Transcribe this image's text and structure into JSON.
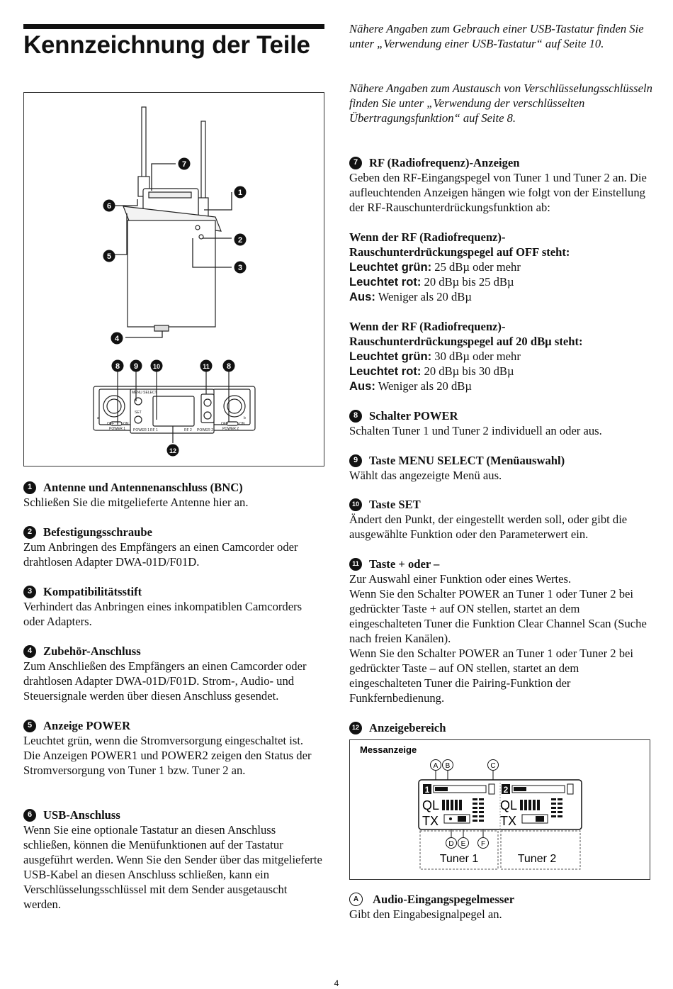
{
  "title": "Kennzeichnung der Teile",
  "page_number": "4",
  "figure": {
    "callouts": [
      "1",
      "2",
      "3",
      "4",
      "5",
      "6",
      "7",
      "8",
      "9",
      "10",
      "11",
      "12"
    ],
    "panel": {
      "menu_select": "MENU SELECT",
      "set": "SET",
      "off": "OFF",
      "on": "ON",
      "power1": "POWER 1",
      "power2": "POWER 2",
      "rf1": "RF 1",
      "rf2": "RF 2",
      "a": "a",
      "b": "b"
    }
  },
  "meter": {
    "title": "Messanzeige",
    "letters": [
      "A",
      "B",
      "C",
      "D",
      "E",
      "F"
    ],
    "qltx": [
      "QL",
      "TX"
    ],
    "tuner_numbers": [
      "1",
      "2"
    ],
    "tuner1": "Tuner 1",
    "tuner2": "Tuner 2"
  },
  "left": [
    {
      "num": "1",
      "heading": "Antenne und Antennenanschluss (BNC)",
      "text": "Schließen Sie die mitgelieferte Antenne hier an."
    },
    {
      "num": "2",
      "heading": "Befestigungsschraube",
      "text": "Zum Anbringen des Empfängers an einen Camcorder oder drahtlosen Adapter DWA-01D/F01D."
    },
    {
      "num": "3",
      "heading": "Kompatibilitätsstift",
      "text": "Verhindert das Anbringen eines inkompatiblen Camcorders oder Adapters."
    },
    {
      "num": "4",
      "heading": "Zubehör-Anschluss",
      "text": "Zum Anschließen des Empfängers an einen Camcorder oder drahtlosen Adapter DWA-01D/F01D. Strom-, Audio- und Steuersignale werden über diesen Anschluss gesendet."
    },
    {
      "num": "5",
      "heading": "Anzeige POWER",
      "text": "Leuchtet grün, wenn die Stromversorgung eingeschaltet ist.",
      "text2": "Die Anzeigen POWER1 und POWER2 zeigen den Status der Stromversorgung von Tuner 1 bzw. Tuner 2 an."
    },
    {
      "num": "6",
      "heading": "USB-Anschluss",
      "text": "Wenn Sie eine optionale Tastatur an diesen Anschluss schließen, können die Menüfunktionen auf der Tastatur ausgeführt werden. Wenn Sie den Sender über das mitgelieferte USB-Kabel an diesen Anschluss schließen, kann ein Verschlüsselungsschlüssel mit dem Sender ausgetauscht werden."
    }
  ],
  "right": {
    "italic1": "Nähere Angaben zum Gebrauch einer USB-Tastatur finden Sie unter „Verwendung einer USB-Tastatur“ auf Seite 10.",
    "italic2": "Nähere Angaben zum Austausch von Verschlüsselungsschlüsseln finden Sie unter „Verwendung der verschlüsselten Übertragungsfunktion“ auf Seite 8.",
    "s7": {
      "num": "7",
      "heading": "RF (Radiofrequenz)-Anzeigen",
      "text": "Geben den RF-Eingangspegel von Tuner 1 und Tuner 2 an. Die aufleuchtenden Anzeigen hängen wie folgt von der Einstellung der RF-Rauschunterdrückungsfunktion ab:"
    },
    "off_block": {
      "heading1": "Wenn der RF (Radiofrequenz)-",
      "heading2": "Rauschunterdrückungspegel auf OFF steht:",
      "green_label": "Leuchtet grün:",
      "green": " 25 dBµ oder mehr",
      "red_label": "Leuchtet rot:",
      "red": " 20 dBµ bis 25 dBµ",
      "off_label": "Aus:",
      "off": " Weniger als 20 dBµ"
    },
    "twenty_block": {
      "heading1": "Wenn der RF (Radiofrequenz)-",
      "heading2": "Rauschunterdrückungspegel auf 20 dBµ steht:",
      "green_label": "Leuchtet grün:",
      "green": " 30 dBµ oder mehr",
      "red_label": "Leuchtet rot:",
      "red": " 20 dBµ bis 30 dBµ",
      "off_label": "Aus:",
      "off": " Weniger als 20 dBµ"
    },
    "s8": {
      "num": "8",
      "heading": "Schalter POWER",
      "text": "Schalten Tuner 1 und Tuner 2 individuell an oder aus."
    },
    "s9": {
      "num": "9",
      "heading": "Taste MENU SELECT (Menüauswahl)",
      "text": "Wählt das angezeigte Menü aus."
    },
    "s10": {
      "num": "10",
      "heading": "Taste SET",
      "text": "Ändert den Punkt, der eingestellt werden soll, oder gibt die ausgewählte Funktion oder den Parameterwert ein."
    },
    "s11": {
      "num": "11",
      "heading": "Taste + oder –",
      "text": "Zur Auswahl einer Funktion oder eines Wertes.",
      "text2": "Wenn Sie den Schalter POWER an Tuner 1 oder Tuner 2 bei gedrückter Taste + auf ON stellen, startet an dem eingeschalteten Tuner die Funktion Clear Channel Scan (Suche nach freien Kanälen).",
      "text3": "Wenn Sie den Schalter POWER an Tuner 1 oder Tuner 2 bei gedrückter Taste – auf ON stellen, startet an dem eingeschalteten Tuner die Pairing-Funktion der Funkfernbedienung."
    },
    "s12": {
      "num": "12",
      "heading": "Anzeigebereich"
    },
    "sA": {
      "letter": "A",
      "heading": "Audio-Eingangspegelmesser",
      "text": "Gibt den Eingabesignalpegel an."
    }
  }
}
